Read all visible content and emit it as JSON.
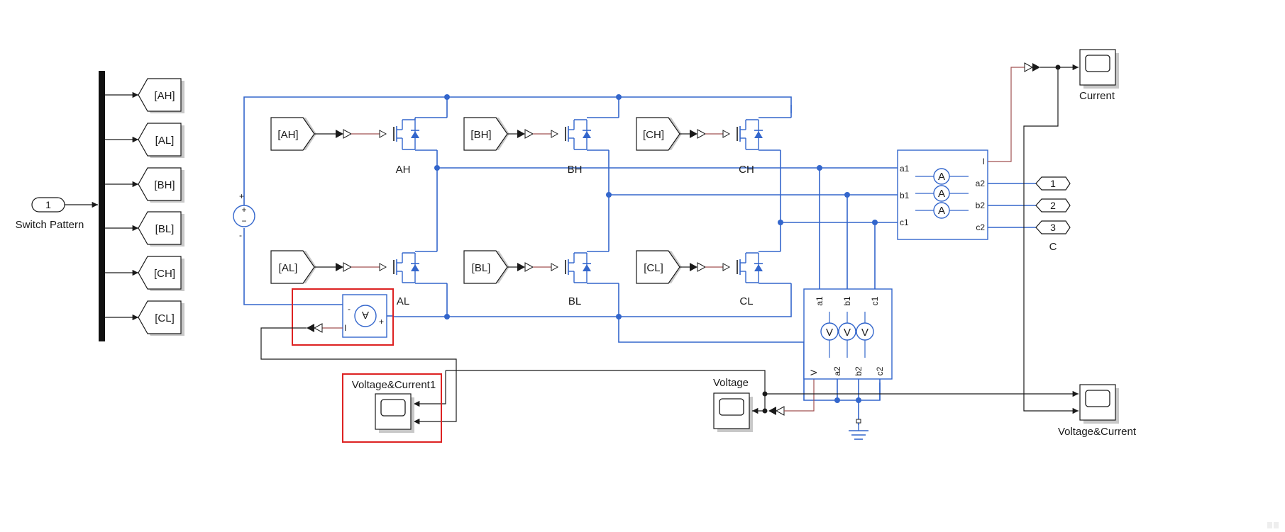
{
  "diagram": {
    "inport": {
      "number": "1",
      "label": "Switch Pattern"
    },
    "left_gotos": [
      "[AH]",
      "[AL]",
      "[BH]",
      "[BL]",
      "[CH]",
      "[CL]"
    ],
    "froms": {
      "ah": "[AH]",
      "bh": "[BH]",
      "ch": "[CH]",
      "al": "[AL]",
      "bl": "[BL]",
      "cl": "[CL]"
    },
    "mosfets": {
      "ah": "AH",
      "bh": "BH",
      "ch": "CH",
      "al": "AL",
      "bl": "BL",
      "cl": "CL"
    },
    "dc_source": {
      "plus": "+",
      "minus": "-",
      "symbol_plus": "+",
      "symbol_minus": "−"
    },
    "ammeter": {
      "symbol": "A",
      "port": "I",
      "plus": "+",
      "minus": "-"
    },
    "three_phase_iv": {
      "port_i": "I",
      "in_ports": [
        "a1",
        "b1",
        "c1"
      ],
      "out_ports": [
        "a2",
        "b2",
        "c2"
      ],
      "symbol": "A"
    },
    "three_phase_v": {
      "top_ports": [
        "a1",
        "b1",
        "c1"
      ],
      "bottom_ports": [
        "V",
        "a2",
        "b2",
        "c2"
      ],
      "symbol": "V"
    },
    "outports": [
      "1",
      "2",
      "3"
    ],
    "outport_label": "C",
    "scopes": {
      "current": "Current",
      "voltage": "Voltage",
      "voltage_current": "Voltage&Current",
      "voltage_current1": "Voltage&Current1"
    }
  },
  "colors": {
    "wire_blue": "#3366cc",
    "wire_black": "#1a1a1a",
    "wire_red": "#a05050",
    "selection": "#dd2222"
  }
}
